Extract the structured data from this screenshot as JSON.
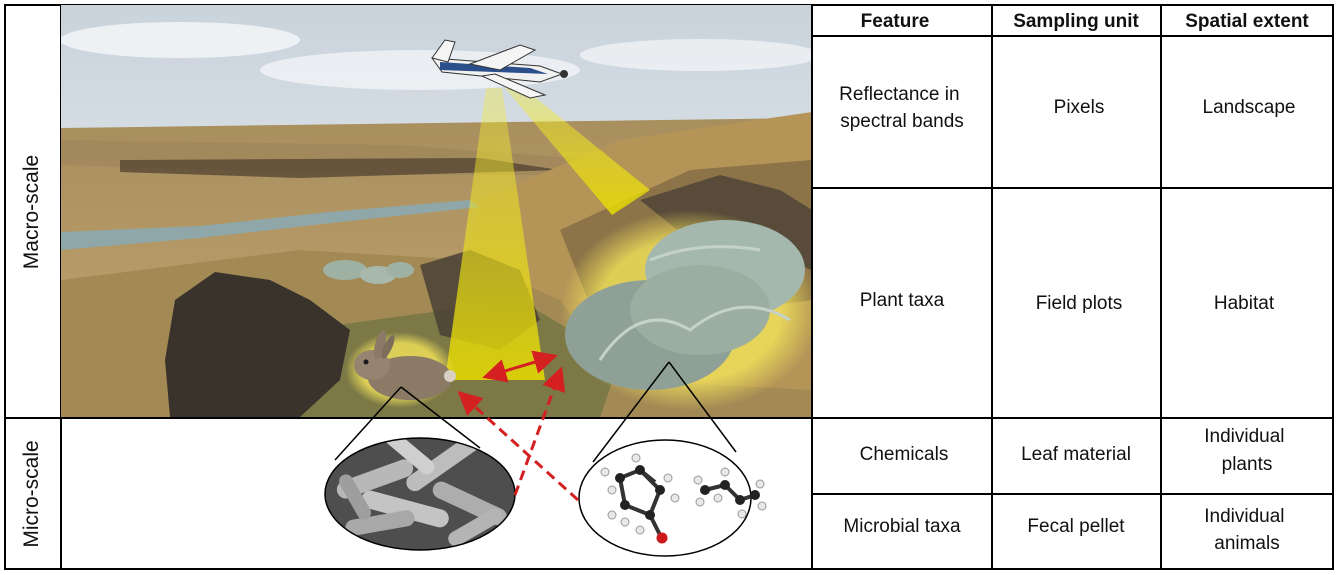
{
  "scale_labels": {
    "macro": "Macro-scale",
    "micro": "Micro-scale"
  },
  "table": {
    "headers": [
      "Feature",
      "Sampling unit",
      "Spatial extent"
    ],
    "rows": [
      {
        "feature": [
          "Reflectance in",
          "spectral bands"
        ],
        "sampling_unit": [
          "Pixels"
        ],
        "spatial_extent": [
          "Landscape"
        ]
      },
      {
        "feature": [
          "Plant taxa"
        ],
        "sampling_unit": [
          "Field plots"
        ],
        "spatial_extent": [
          "Habitat"
        ]
      },
      {
        "feature": [
          "Chemicals"
        ],
        "sampling_unit": [
          "Leaf material"
        ],
        "spatial_extent": [
          "Individual",
          "plants"
        ]
      },
      {
        "feature": [
          "Microbial taxa"
        ],
        "sampling_unit": [
          "Fecal pellet"
        ],
        "spatial_extent": [
          "Individual",
          "animals"
        ]
      }
    ]
  },
  "colors": {
    "sky": "#dfe6ec",
    "hills": "#b89a63",
    "river": "#8fa7a8",
    "beam": "#f2e200",
    "arrow": "#d42020",
    "sagebrush": "#9fb1a3",
    "rabbit": "#8a7a66",
    "rock": "#3a332c"
  },
  "icons": {
    "aircraft": "airplane-icon",
    "rabbit": "rabbit-icon",
    "sagebrush": "sagebrush-icon",
    "bacteria": "bacteria-micrograph-icon",
    "molecule": "molecule-icon"
  }
}
